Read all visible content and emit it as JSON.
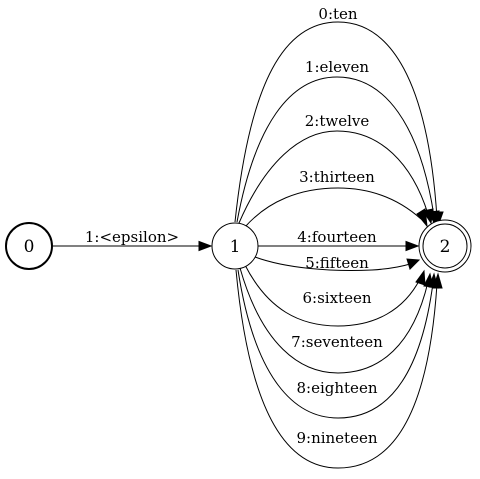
{
  "states": [
    {
      "id": "0",
      "label": "0"
    },
    {
      "id": "1",
      "label": "1"
    },
    {
      "id": "2",
      "label": "2"
    }
  ],
  "edges": [
    {
      "from": "0",
      "to": "1",
      "label": "1:<epsilon>"
    },
    {
      "from": "1",
      "to": "2",
      "label": "0:ten"
    },
    {
      "from": "1",
      "to": "2",
      "label": "1:eleven"
    },
    {
      "from": "1",
      "to": "2",
      "label": "2:twelve"
    },
    {
      "from": "1",
      "to": "2",
      "label": "3:thirteen"
    },
    {
      "from": "1",
      "to": "2",
      "label": "4:fourteen"
    },
    {
      "from": "1",
      "to": "2",
      "label": "5:fifteen"
    },
    {
      "from": "1",
      "to": "2",
      "label": "6:sixteen"
    },
    {
      "from": "1",
      "to": "2",
      "label": "7:seventeen"
    },
    {
      "from": "1",
      "to": "2",
      "label": "8:eighteen"
    },
    {
      "from": "1",
      "to": "2",
      "label": "9:nineteen"
    }
  ]
}
